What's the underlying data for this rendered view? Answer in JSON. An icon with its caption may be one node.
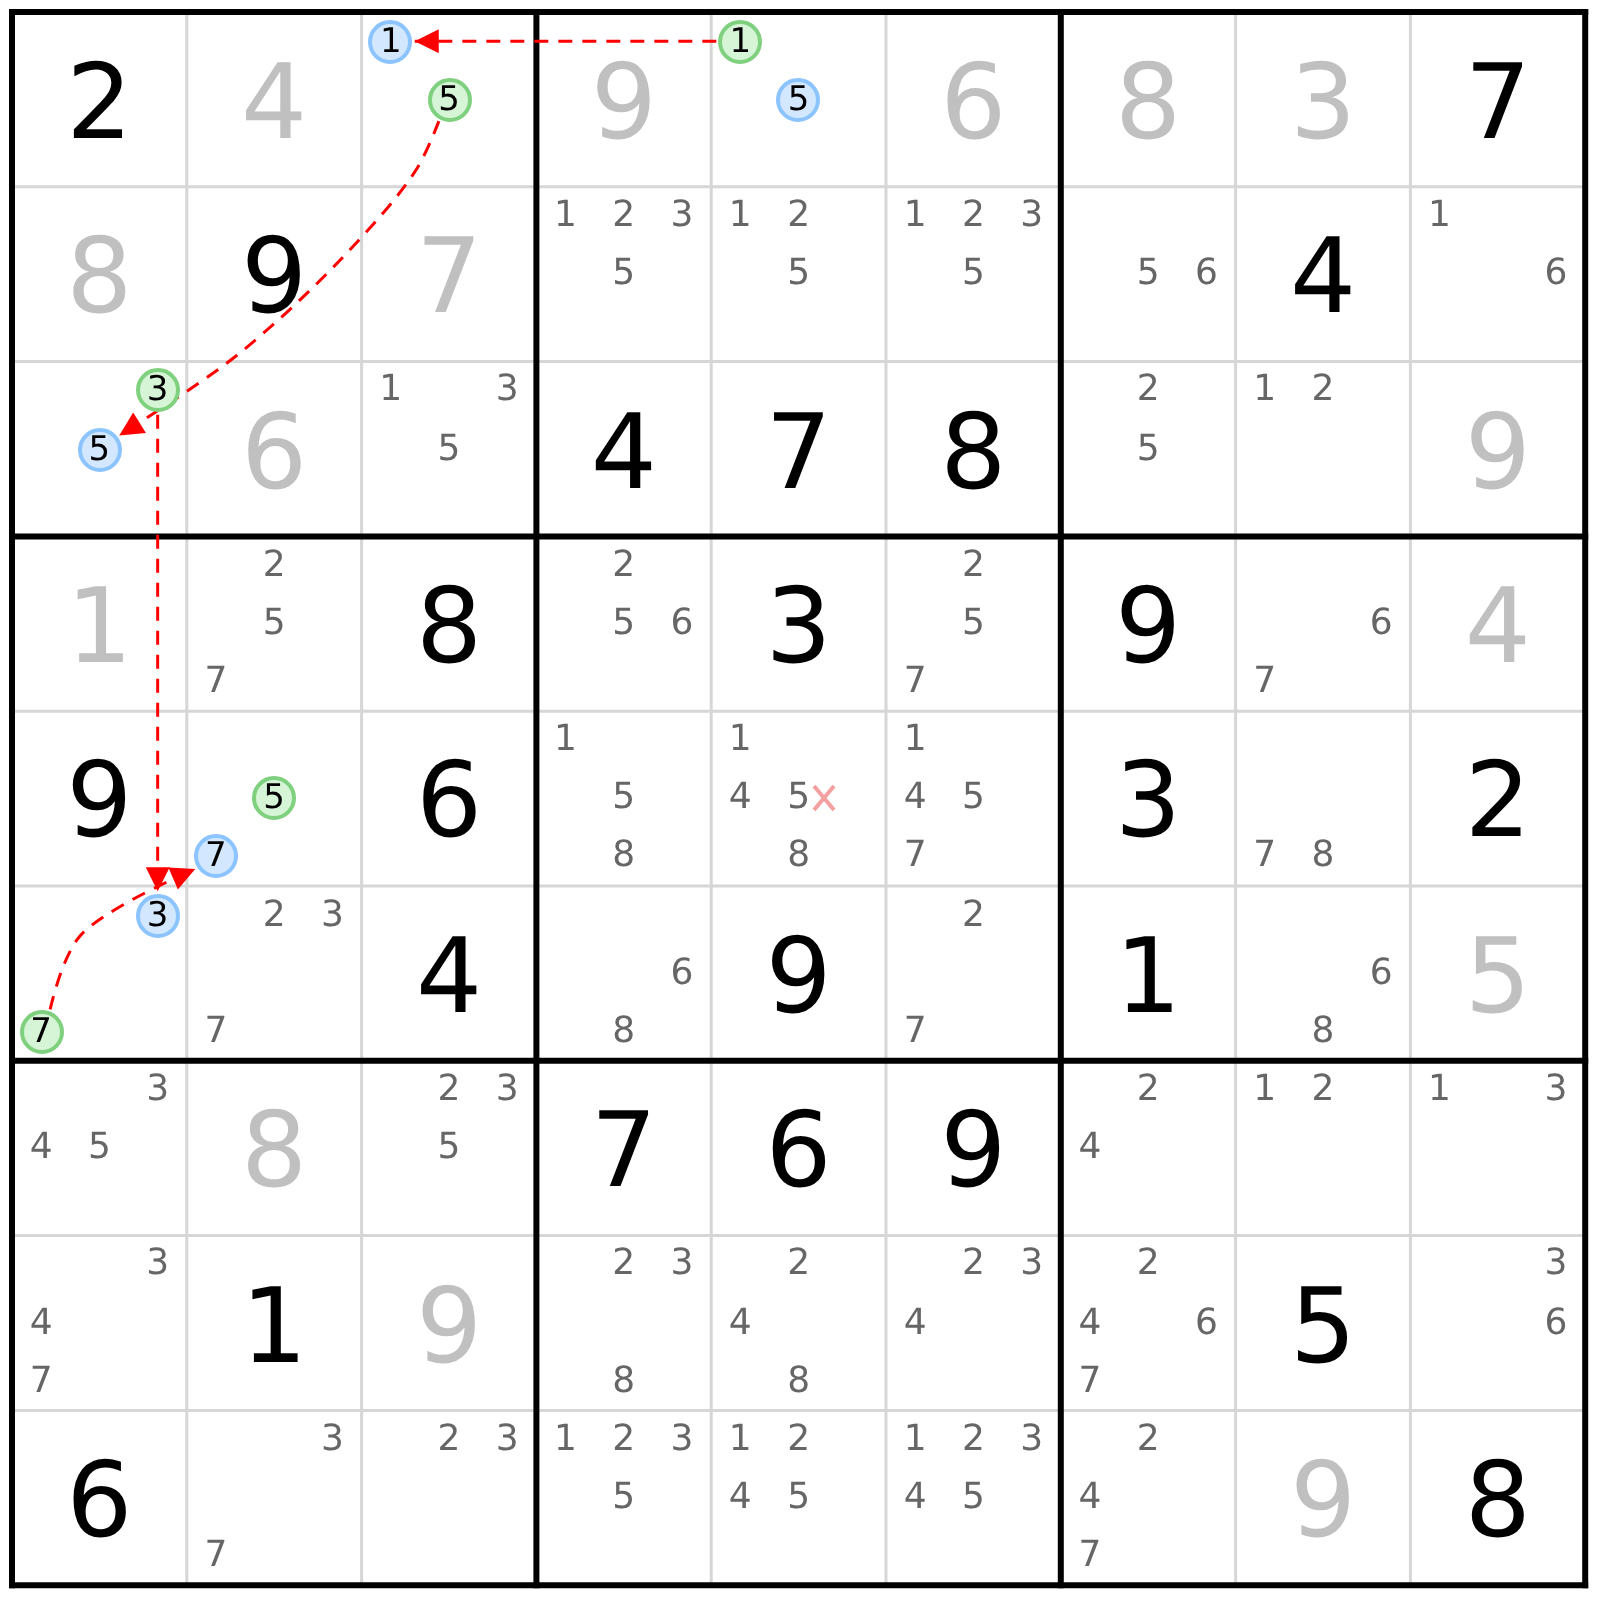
{
  "diagram": {
    "nodes": [
      {
        "text": [
          "1"
        ]
      },
      {
        "text": [
          "1"
        ]
      },
      {
        "text": [
          "5"
        ]
      },
      {
        "text": [
          "5"
        ]
      },
      {
        "text": [
          "3"
        ]
      },
      {
        "text": [
          "5"
        ]
      },
      {
        "text": [
          "5"
        ]
      },
      {
        "text": [
          "7"
        ]
      },
      {
        "text": [
          "3"
        ]
      },
      {
        "text": [
          "7"
        ]
      }
    ],
    "edges": [
      {
        "from": 1,
        "to": 0,
        "arrow": "to",
        "style": "dashed"
      },
      {
        "from": 2,
        "to": 5,
        "arrow": "to",
        "style": "dashed"
      },
      {
        "from": 4,
        "to": 8,
        "arrow": "to",
        "style": "dashed"
      },
      {
        "from": 9,
        "to": 7,
        "arrow": "to",
        "style": "dashed"
      }
    ],
    "labels": [
      "2",
      "4",
      "9",
      "6",
      "8",
      "3",
      "7",
      "8",
      "9",
      "7",
      "1",
      "2",
      "3",
      "5",
      "1",
      "2",
      "5",
      "1",
      "2",
      "3",
      "5",
      "5",
      "6",
      "4",
      "1",
      "6",
      "6",
      "1",
      "3",
      "5",
      "4",
      "7",
      "8",
      "2",
      "5",
      "1",
      "2",
      "9",
      "1",
      "2",
      "5",
      "7",
      "8",
      "2",
      "5",
      "6",
      "3",
      "2",
      "5",
      "7",
      "9",
      "6",
      "7",
      "4",
      "9",
      "6",
      "1",
      "5",
      "8",
      "1",
      "4",
      "5",
      "8",
      "1",
      "4",
      "5",
      "7",
      "3",
      "7",
      "8",
      "2",
      "2",
      "3",
      "7",
      "4",
      "6",
      "8",
      "9",
      "2",
      "7",
      "1",
      "6",
      "8",
      "5",
      "3",
      "4",
      "5",
      "8",
      "2",
      "3",
      "5",
      "7",
      "6",
      "9",
      "2",
      "4",
      "1",
      "2",
      "1",
      "3",
      "3",
      "4",
      "7",
      "1",
      "9",
      "2",
      "3",
      "8",
      "2",
      "4",
      "8",
      "2",
      "3",
      "4",
      "2",
      "4",
      "6",
      "7",
      "5",
      "3",
      "6",
      "6",
      "3",
      "7",
      "2",
      "3",
      "1",
      "2",
      "3",
      "5",
      "1",
      "2",
      "4",
      "5",
      "1",
      "2",
      "3",
      "4",
      "5",
      "2",
      "4",
      "7",
      "9",
      "8"
    ]
  }
}
